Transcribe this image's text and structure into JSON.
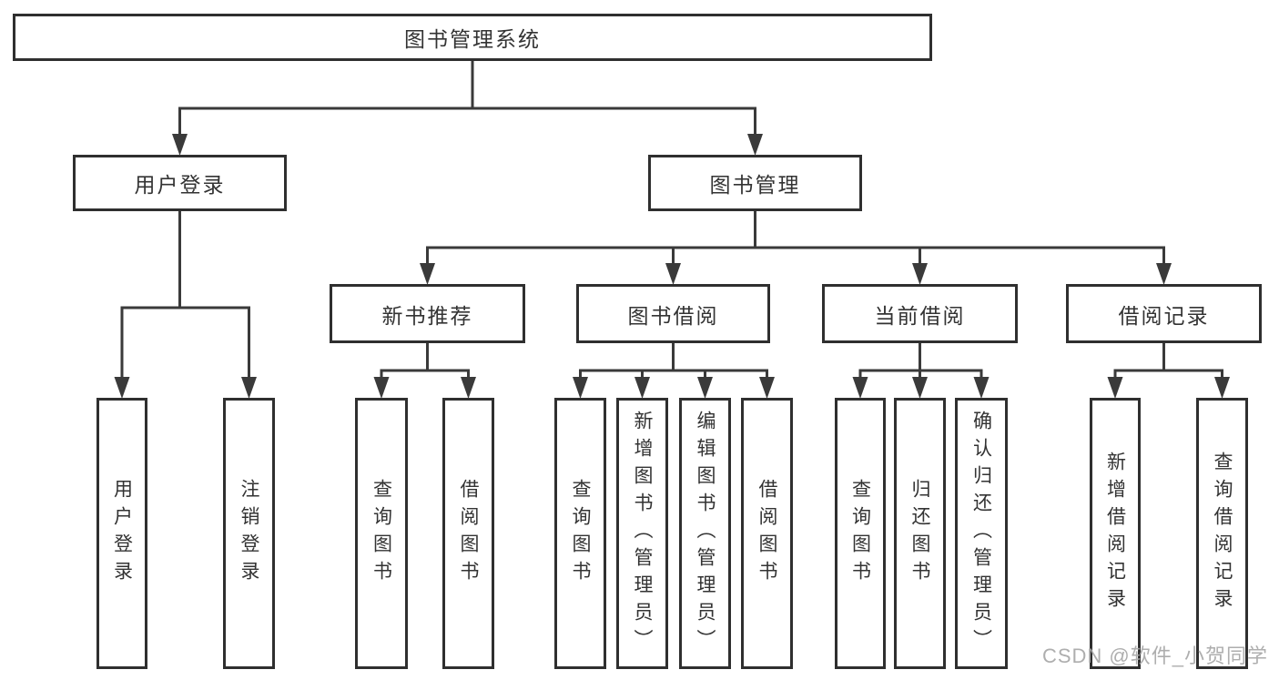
{
  "diagram": {
    "type": "hierarchy-tree",
    "root_label": "图书管理系统"
  },
  "nodes": [
    {
      "id": "root",
      "parent": null,
      "label": "图书管理系统",
      "text_direction": "horizontal"
    },
    {
      "id": "login",
      "parent": "root",
      "label": "用户登录",
      "text_direction": "horizontal"
    },
    {
      "id": "mgmt",
      "parent": "root",
      "label": "图书管理",
      "text_direction": "horizontal"
    },
    {
      "id": "rec",
      "parent": "mgmt",
      "label": "新书推荐",
      "text_direction": "horizontal"
    },
    {
      "id": "borrow",
      "parent": "mgmt",
      "label": "图书借阅",
      "text_direction": "horizontal"
    },
    {
      "id": "current",
      "parent": "mgmt",
      "label": "当前借阅",
      "text_direction": "horizontal"
    },
    {
      "id": "records",
      "parent": "mgmt",
      "label": "借阅记录",
      "text_direction": "horizontal"
    },
    {
      "id": "leaf-user-login",
      "parent": "login",
      "label": "用户登录",
      "text_direction": "vertical"
    },
    {
      "id": "leaf-logout",
      "parent": "login",
      "label": "注销登录",
      "text_direction": "vertical"
    },
    {
      "id": "leaf-rec-query",
      "parent": "rec",
      "label": "查询图书",
      "text_direction": "vertical"
    },
    {
      "id": "leaf-rec-borrow",
      "parent": "rec",
      "label": "借阅图书",
      "text_direction": "vertical"
    },
    {
      "id": "leaf-borrow-query",
      "parent": "borrow",
      "label": "查询图书",
      "text_direction": "vertical"
    },
    {
      "id": "leaf-borrow-add",
      "parent": "borrow",
      "label": "新增图书（管理员）",
      "text_direction": "vertical"
    },
    {
      "id": "leaf-borrow-edit",
      "parent": "borrow",
      "label": "编辑图书（管理员）",
      "text_direction": "vertical"
    },
    {
      "id": "leaf-borrow-borrow",
      "parent": "borrow",
      "label": "借阅图书",
      "text_direction": "vertical"
    },
    {
      "id": "leaf-current-query",
      "parent": "current",
      "label": "查询图书",
      "text_direction": "vertical"
    },
    {
      "id": "leaf-current-return",
      "parent": "current",
      "label": "归还图书",
      "text_direction": "vertical"
    },
    {
      "id": "leaf-current-confirm",
      "parent": "current",
      "label": "确认归还（管理员）",
      "text_direction": "vertical"
    },
    {
      "id": "leaf-records-add",
      "parent": "records",
      "label": "新增借阅记录",
      "text_direction": "vertical"
    },
    {
      "id": "leaf-records-query",
      "parent": "records",
      "label": "查询借阅记录",
      "text_direction": "vertical"
    }
  ],
  "watermark": {
    "text": "CSDN @软件_小贺同学"
  },
  "colors": {
    "background": "#ffffff",
    "line": "#3a3a3a",
    "box_border": "#2f2f2f",
    "text": "#333333",
    "watermark": "#a6a6a6"
  }
}
